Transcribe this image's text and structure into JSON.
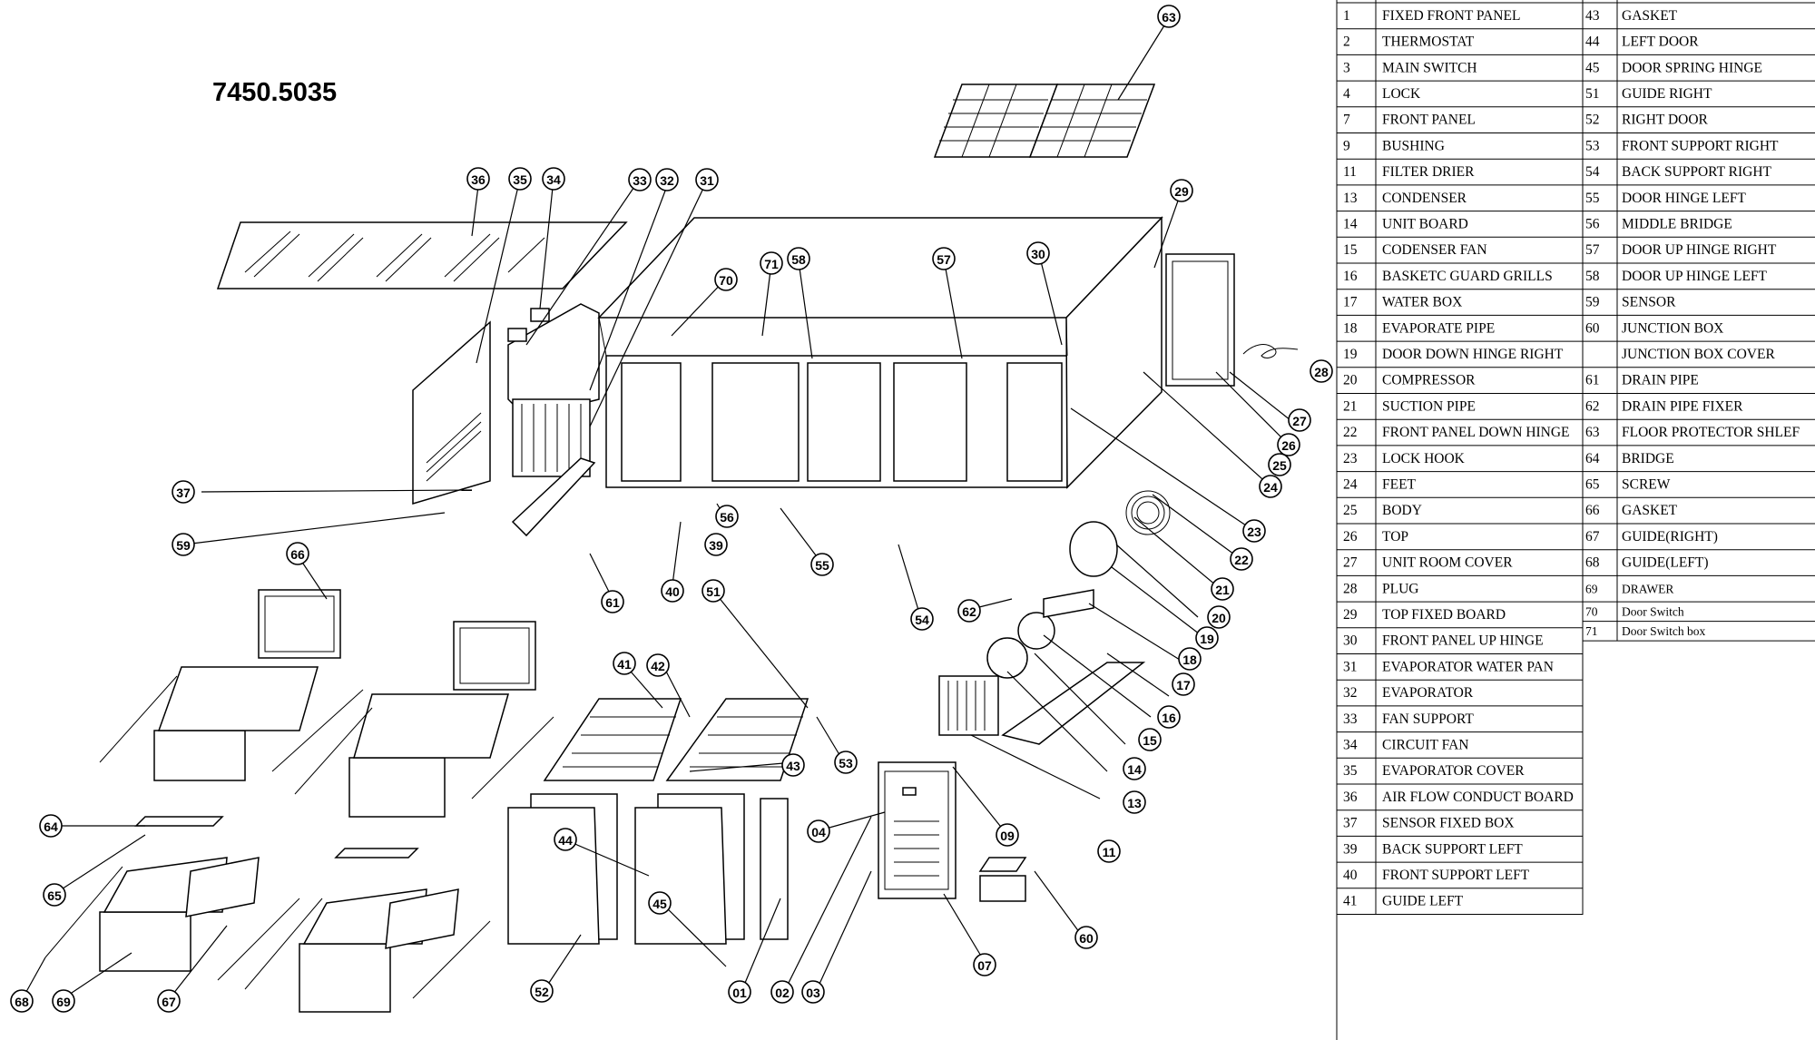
{
  "diagram": {
    "model_number": "7450.5035",
    "callouts": [
      "01",
      "02",
      "03",
      "04",
      "07",
      "09",
      "11",
      "13",
      "14",
      "15",
      "16",
      "17",
      "18",
      "19",
      "20",
      "21",
      "22",
      "23",
      "24",
      "25",
      "26",
      "27",
      "28",
      "29",
      "30",
      "31",
      "32",
      "33",
      "34",
      "35",
      "36",
      "37",
      "39",
      "40",
      "41",
      "42",
      "43",
      "44",
      "45",
      "51",
      "52",
      "53",
      "54",
      "55",
      "56",
      "57",
      "58",
      "59",
      "60",
      "61",
      "62",
      "63",
      "64",
      "65",
      "66",
      "67",
      "68",
      "69",
      "70",
      "71"
    ]
  },
  "parts_table": {
    "left_column": [
      {
        "no": "1",
        "name": "FIXED FRONT PANEL"
      },
      {
        "no": "2",
        "name": "THERMOSTAT"
      },
      {
        "no": "3",
        "name": "MAIN SWITCH"
      },
      {
        "no": "4",
        "name": "LOCK"
      },
      {
        "no": "7",
        "name": "FRONT PANEL"
      },
      {
        "no": "9",
        "name": "BUSHING"
      },
      {
        "no": "11",
        "name": "FILTER DRIER"
      },
      {
        "no": "13",
        "name": "CONDENSER"
      },
      {
        "no": "14",
        "name": "UNIT BOARD"
      },
      {
        "no": "15",
        "name": "CODENSER FAN"
      },
      {
        "no": "16",
        "name": "BASKETC GUARD GRILLS"
      },
      {
        "no": "17",
        "name": "WATER BOX"
      },
      {
        "no": "18",
        "name": "EVAPORATE PIPE"
      },
      {
        "no": "19",
        "name": "DOOR DOWN HINGE RIGHT"
      },
      {
        "no": "20",
        "name": "COMPRESSOR"
      },
      {
        "no": "21",
        "name": "SUCTION PIPE"
      },
      {
        "no": "22",
        "name": "FRONT PANEL DOWN HINGE"
      },
      {
        "no": "23",
        "name": "LOCK HOOK"
      },
      {
        "no": "24",
        "name": "FEET"
      },
      {
        "no": "25",
        "name": "BODY"
      },
      {
        "no": "26",
        "name": "TOP"
      },
      {
        "no": "27",
        "name": "UNIT ROOM COVER"
      },
      {
        "no": "28",
        "name": "PLUG"
      },
      {
        "no": "29",
        "name": "TOP FIXED BOARD"
      },
      {
        "no": "30",
        "name": "FRONT PANEL UP HINGE"
      },
      {
        "no": "31",
        "name": "EVAPORATOR WATER PAN"
      },
      {
        "no": "32",
        "name": "EVAPORATOR"
      },
      {
        "no": "33",
        "name": "FAN SUPPORT"
      },
      {
        "no": "34",
        "name": "CIRCUIT FAN"
      },
      {
        "no": "35",
        "name": "EVAPORATOR COVER"
      },
      {
        "no": "36",
        "name": "AIR FLOW CONDUCT BOARD"
      },
      {
        "no": "37",
        "name": "SENSOR FIXED BOX"
      },
      {
        "no": "39",
        "name": "BACK SUPPORT LEFT"
      },
      {
        "no": "40",
        "name": "FRONT SUPPORT LEFT"
      },
      {
        "no": "41",
        "name": "GUIDE LEFT"
      }
    ],
    "right_column": [
      {
        "no": "43",
        "name": "GASKET"
      },
      {
        "no": "44",
        "name": "LEFT DOOR"
      },
      {
        "no": "45",
        "name": "DOOR SPRING HINGE"
      },
      {
        "no": "51",
        "name": "GUIDE RIGHT"
      },
      {
        "no": "52",
        "name": "RIGHT DOOR"
      },
      {
        "no": "53",
        "name": "FRONT SUPPORT RIGHT"
      },
      {
        "no": "54",
        "name": "BACK SUPPORT RIGHT"
      },
      {
        "no": "55",
        "name": "DOOR HINGE LEFT"
      },
      {
        "no": "56",
        "name": "MIDDLE BRIDGE"
      },
      {
        "no": "57",
        "name": "DOOR UP HINGE RIGHT"
      },
      {
        "no": "58",
        "name": "DOOR UP HINGE LEFT"
      },
      {
        "no": "59",
        "name": "SENSOR"
      },
      {
        "no": "60",
        "name": "JUNCTION BOX"
      },
      {
        "no": "",
        "name": "JUNCTION BOX COVER"
      },
      {
        "no": "61",
        "name": "DRAIN PIPE"
      },
      {
        "no": "62",
        "name": "DRAIN PIPE FIXER"
      },
      {
        "no": "63",
        "name": "FLOOR PROTECTOR SHLEF"
      },
      {
        "no": "64",
        "name": "BRIDGE"
      },
      {
        "no": "65",
        "name": "SCREW"
      },
      {
        "no": "66",
        "name": "GASKET"
      },
      {
        "no": "67",
        "name": "GUIDE(RIGHT)"
      },
      {
        "no": "68",
        "name": "GUIDE(LEFT)"
      },
      {
        "no": "69",
        "name": "DRAWER"
      },
      {
        "no": "70",
        "name": "Door Switch"
      },
      {
        "no": "71",
        "name": "Door Switch box"
      }
    ]
  }
}
